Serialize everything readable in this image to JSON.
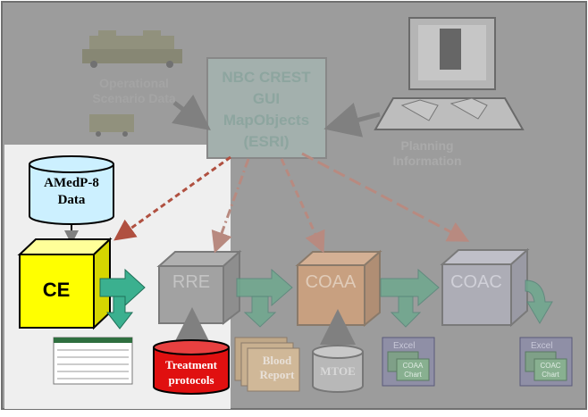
{
  "nodes": {
    "operational": {
      "line1": "Operational",
      "line2": "Scenario Data"
    },
    "nbc": {
      "line1": "NBC CREST",
      "line2": "GUI",
      "line3": "MapObjects",
      "line4": "(ESRI)"
    },
    "planning": {
      "line1": "Planning",
      "line2": "Information"
    },
    "amedp": {
      "line1": "AMedP-8",
      "line2": "Data"
    },
    "ce": {
      "label": "CE"
    },
    "rre": {
      "label": "RRE"
    },
    "coaa": {
      "label": "COAA"
    },
    "coac": {
      "label": "COAC"
    },
    "treatment": {
      "line1": "Treatment",
      "line2": "protocols"
    },
    "blood": {
      "line1": "Blood",
      "line2": "Report"
    },
    "mtoe": {
      "label": "MTOE"
    },
    "excel1": {
      "title": "Excel",
      "chart": "COAA",
      "chart2": "Chart"
    },
    "excel2": {
      "title": "Excel",
      "chart": "COAC",
      "chart2": "Chart"
    }
  },
  "colors": {
    "background": "#9c9c9c",
    "highlight_panel": "#efefef",
    "ce_face": "#ffff00",
    "amedp_fill": "#ccf0ff",
    "treatment_fill": "#e01010",
    "arrow_teal": "#3bb08f",
    "arrow_red": "#b03020",
    "coaa_fill": "#c8a080"
  }
}
